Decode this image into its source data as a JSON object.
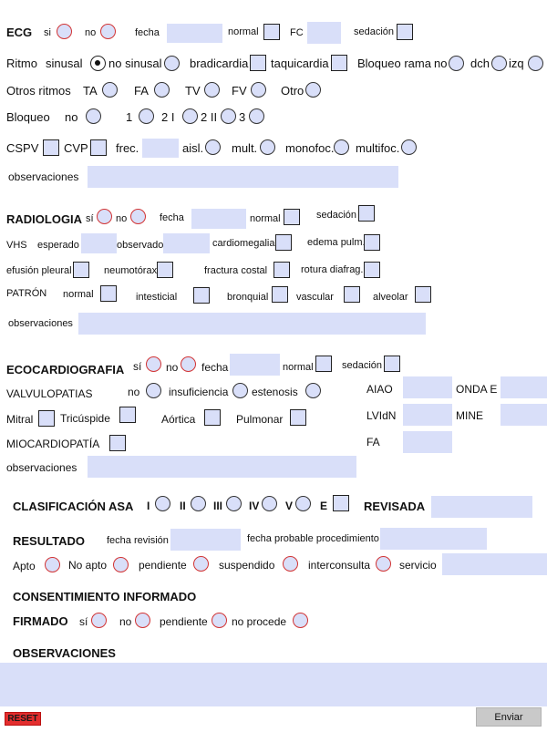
{
  "ecg": {
    "title": "ECG",
    "si": "si",
    "no": "no",
    "fecha": "fecha",
    "normal": "normal",
    "fc": "FC",
    "sedacion": "sedación",
    "ritmo": "Ritmo",
    "sinusal": "sinusal",
    "no_sinusal": "no sinusal",
    "bradicardia": "bradicardia",
    "taquicardia": "taquicardia",
    "bloqueo_rama": "Bloqueo rama",
    "br_no": "no",
    "dch": "dch",
    "izq": "izq",
    "otros_ritmos": "Otros ritmos",
    "ta": "TA",
    "fa": "FA",
    "tv": "TV",
    "fv": "FV",
    "otro": "Otro",
    "bloqueo": "Bloqueo",
    "bq_no": "no",
    "bq_1": "1",
    "bq_2i": "2 I",
    "bq_2ii": "2 II",
    "bq_3": "3",
    "cspv": "CSPV",
    "cvp": "CVP",
    "frec": "frec.",
    "aisl": "aisl.",
    "mult": "mult.",
    "monofoc": "monofoc.",
    "multifoc": "multifoc.",
    "observaciones": "observaciones"
  },
  "radiologia": {
    "title": "RADIOLOGIA",
    "si": "sí",
    "no": "no",
    "fecha": "fecha",
    "normal": "normal",
    "sedacion": "sedación",
    "vhs": "VHS",
    "esperado": "esperado",
    "observado": "observado",
    "cardiomegalia": "cardiomegalia",
    "edema": "edema pulm.",
    "efusion": "efusión pleural",
    "neumotorax": "neumotórax",
    "fractura": "fractura costal",
    "rotura": "rotura diafrag.",
    "patron": "PATRÓN",
    "p_normal": "normal",
    "intesticial": "intesticial",
    "bronquial": "bronquial",
    "vascular": "vascular",
    "alveolar": "alveolar",
    "observaciones": "observaciones"
  },
  "eco": {
    "title": "ECOCARDIOGRAFIA",
    "si": "sí",
    "no": "no",
    "fecha": "fecha",
    "normal": "normal",
    "sedacion": "sedación",
    "valvulopatias": "VALVULOPATIAS",
    "v_no": "no",
    "insuficiencia": "insuficiencia",
    "estenosis": "estenosis",
    "mitral": "Mitral",
    "tricuspide": "Tricúspide",
    "aortica": "Aórtica",
    "pulmonar": "Pulmonar",
    "miocardiopatia": "MIOCARDIOPATÍA",
    "observaciones": "observaciones",
    "aiao": "AIAO",
    "onda_e": "ONDA E",
    "lvidn": "LVIdN",
    "mine": "MINE",
    "fa": "FA"
  },
  "asa": {
    "title": "CLASIFICACIÓN ASA",
    "i": "I",
    "ii": "II",
    "iii": "III",
    "iv": "IV",
    "v": "V",
    "e": "E",
    "revisada": "REVISADA"
  },
  "resultado": {
    "title": "RESULTADO",
    "fecha_revision": "fecha revisión",
    "fecha_probable": "fecha probable procedimiento",
    "apto": "Apto",
    "no_apto": "No apto",
    "pendiente": "pendiente",
    "suspendido": "suspendido",
    "interconsulta": "interconsulta",
    "servicio": "servicio"
  },
  "consentimiento": {
    "title": "CONSENTIMIENTO INFORMADO",
    "firmado": "FIRMADO",
    "si": "sí",
    "no": "no",
    "pendiente": "pendiente",
    "no_procede": "no procede"
  },
  "observaciones": {
    "title": "OBSERVACIONES"
  },
  "buttons": {
    "reset": "RESET",
    "enviar": "Enviar"
  },
  "colors": {
    "field": "#d9dff9",
    "radio_border": "#d23434",
    "reset_bg": "#e32e2e",
    "enviar_bg": "#c9c9c9"
  }
}
